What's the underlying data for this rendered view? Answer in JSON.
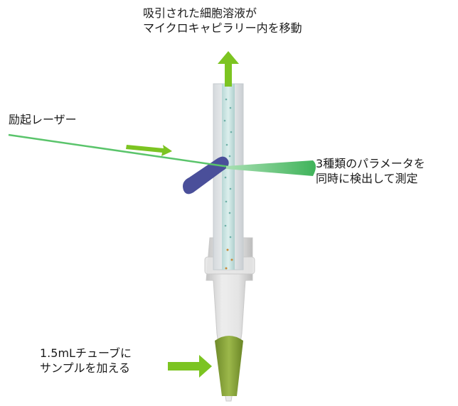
{
  "labels": {
    "top_line1": "吸引された細胞溶液が",
    "top_line2": "マイクロキャピラリー内を移動",
    "laser": "励起レーザー",
    "detect_line1": "3種類のパラメータを",
    "detect_line2": "同時に検出して測定",
    "sample_line1": "1.5mLチューブに",
    "sample_line2": "サンプルを加える"
  },
  "colors": {
    "arrow": "#7cc421",
    "laser": "#5ac46b",
    "capillary": "#cfe3e4",
    "tube": "#d9d9d9",
    "sample": "#8aa63a",
    "detector": "#4a4f9a",
    "text": "#1a1a1a"
  }
}
